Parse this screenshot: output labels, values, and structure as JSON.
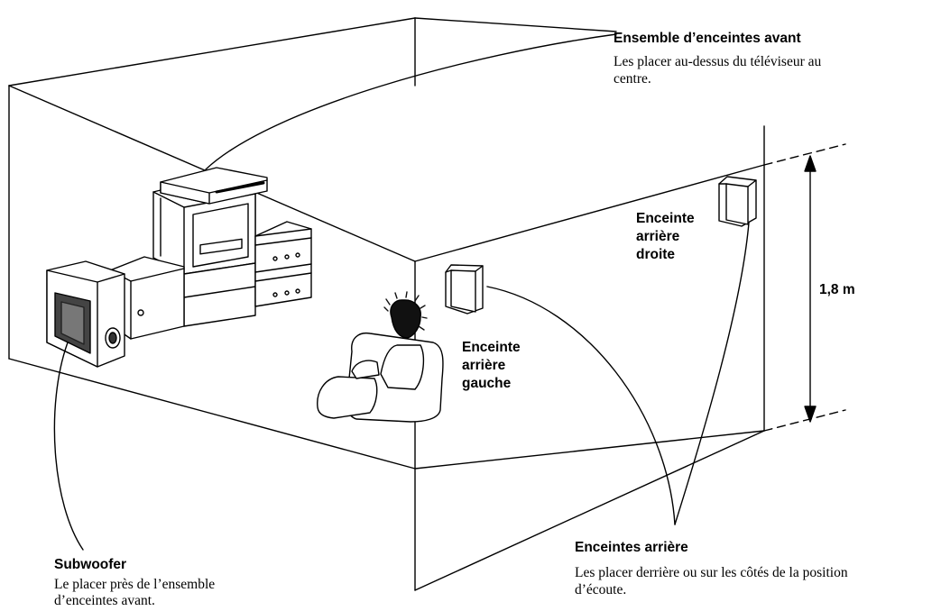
{
  "front_speakers": {
    "title": "Ensemble d’enceintes avant",
    "desc_line1": "Les placer au-dessus du téléviseur au",
    "desc_line2": "centre."
  },
  "rear_right": {
    "line1": "Enceinte",
    "line2": "arrière",
    "line3": "droite"
  },
  "rear_left": {
    "line1": "Enceinte",
    "line2": "arrière",
    "line3": "gauche"
  },
  "height_label": "1,8 m",
  "subwoofer": {
    "title": "Subwoofer",
    "desc_line1": "Le placer près de l’ensemble",
    "desc_line2": "d’enceintes avant."
  },
  "rear_speakers": {
    "title": "Enceintes arrière",
    "desc_line1": "Les placer derrière ou sur les côtés de la position",
    "desc_line2": "d’écoute."
  }
}
